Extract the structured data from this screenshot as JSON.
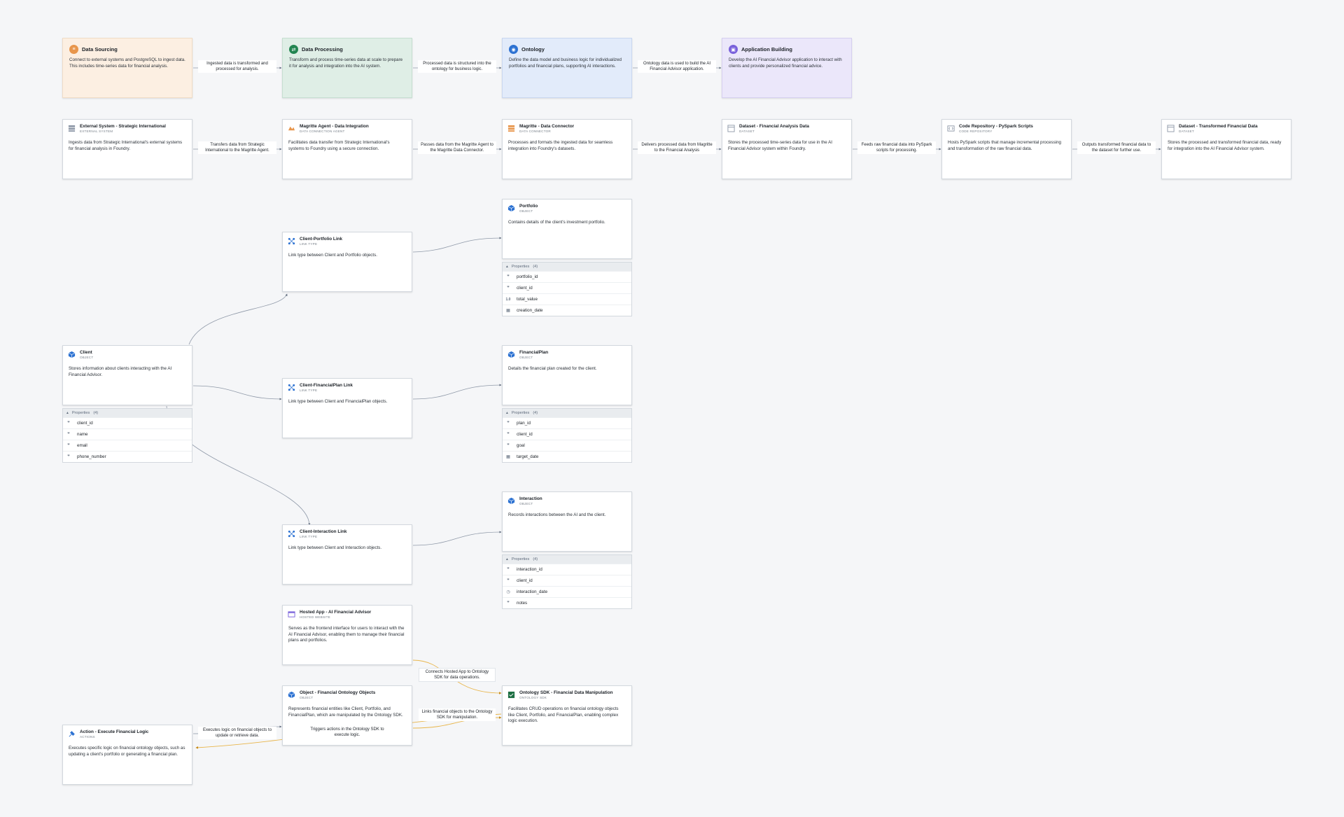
{
  "stages": [
    {
      "title": "Data Sourcing",
      "desc": "Connect to external systems and PostgreSQL to ingest data. This includes time-series data for financial analysis.",
      "color": "#e8964c"
    },
    {
      "title": "Data Processing",
      "desc": "Transform and process time-series data at scale to prepare it for analysis and integration into the AI system.",
      "color": "#238551"
    },
    {
      "title": "Ontology",
      "desc": "Define the data model and business logic for individualized portfolios and financial plans, supporting AI interactions.",
      "color": "#2d72d2"
    },
    {
      "title": "Application Building",
      "desc": "Develop the AI Financial Advisor application to interact with clients and provide personalized financial advice.",
      "color": "#7961db"
    }
  ],
  "pipeline": [
    {
      "title": "External System - Strategic International",
      "subtitle": "EXTERNAL SYSTEM",
      "desc": "Ingests data from Strategic International's external systems for financial analysis in Foundry."
    },
    {
      "title": "Magritte Agent - Data Integration",
      "subtitle": "DATA CONNECTION AGENT",
      "desc": "Facilitates data transfer from Strategic International's systems to Foundry using a secure connection."
    },
    {
      "title": "Magritte - Data Connector",
      "subtitle": "DATA CONNECTOR",
      "desc": "Processes and formats the ingested data for seamless integration into Foundry's datasets."
    },
    {
      "title": "Dataset - Financial Analysis Data",
      "subtitle": "DATASET",
      "desc": "Stores the processed time-series data for use in the AI Financial Advisor system within Foundry."
    },
    {
      "title": "Code Repository - PySpark Scripts",
      "subtitle": "CODE REPOSITORY",
      "desc": "Hosts PySpark scripts that manage incremental processing and transformation of the raw financial data."
    },
    {
      "title": "Dataset - Transformed Financial Data",
      "subtitle": "DATASET",
      "desc": "Stores the processed and transformed financial data, ready for integration into the AI Financial Advisor system."
    }
  ],
  "objects": {
    "portfolio": {
      "title": "Portfolio",
      "subtitle": "OBJECT",
      "desc": "Contains details of the client's investment portfolio.",
      "props_label": "Properties",
      "props_count": "(4)",
      "props": [
        {
          "t": "99",
          "n": "portfolio_id"
        },
        {
          "t": "99",
          "n": "client_id"
        },
        {
          "t": "1.0",
          "n": "total_value"
        },
        {
          "t": "cal",
          "n": "creation_date"
        }
      ]
    },
    "client": {
      "title": "Client",
      "subtitle": "OBJECT",
      "desc": "Stores information about clients interacting with the AI Financial Advisor.",
      "props_label": "Properties",
      "props_count": "(4)",
      "props": [
        {
          "t": "99",
          "n": "client_id"
        },
        {
          "t": "99",
          "n": "name"
        },
        {
          "t": "99",
          "n": "email"
        },
        {
          "t": "99",
          "n": "phone_number"
        }
      ]
    },
    "plan": {
      "title": "FinancialPlan",
      "subtitle": "OBJECT",
      "desc": "Details the financial plan created for the client.",
      "props_label": "Properties",
      "props_count": "(4)",
      "props": [
        {
          "t": "99",
          "n": "plan_id"
        },
        {
          "t": "99",
          "n": "client_id"
        },
        {
          "t": "99",
          "n": "goal"
        },
        {
          "t": "cal",
          "n": "target_date"
        }
      ]
    },
    "interaction": {
      "title": "Interaction",
      "subtitle": "OBJECT",
      "desc": "Records interactions between the AI and the client.",
      "props_label": "Properties",
      "props_count": "(4)",
      "props": [
        {
          "t": "99",
          "n": "interaction_id"
        },
        {
          "t": "99",
          "n": "client_id"
        },
        {
          "t": "clk",
          "n": "interaction_date"
        },
        {
          "t": "99",
          "n": "notes"
        }
      ]
    }
  },
  "links": {
    "portfolio": {
      "title": "Client-Portfolio Link",
      "subtitle": "LINK TYPE",
      "desc": "Link type between Client and Portfolio objects."
    },
    "plan": {
      "title": "Client-FinancialPlan Link",
      "subtitle": "LINK TYPE",
      "desc": "Link type between Client and FinancialPlan objects."
    },
    "interaction": {
      "title": "Client-Interaction Link",
      "subtitle": "LINK TYPE",
      "desc": "Link type between Client and Interaction objects."
    }
  },
  "app": {
    "hosted": {
      "title": "Hosted App - AI Financial Advisor",
      "subtitle": "HOSTED WEBSITE",
      "desc": "Serves as the frontend interface for users to interact with the AI Financial Advisor, enabling them to manage their financial plans and portfolios."
    },
    "objects": {
      "title": "Object - Financial Ontology Objects",
      "subtitle": "OBJECT",
      "desc": "Represents financial entities like Client, Portfolio, and FinancialPlan, which are manipulated by the Ontology SDK."
    },
    "sdk": {
      "title": "Ontology SDK - Financial Data Manipulation",
      "subtitle": "ONTOLOGY SDK",
      "desc": "Facilitates CRUD operations on financial ontology objects like Client, Portfolio, and FinancialPlan, enabling complex logic execution."
    },
    "action": {
      "title": "Action - Execute Financial Logic",
      "subtitle": "ACTIONS",
      "desc": "Executes specific logic on financial ontology objects, such as updating a client's portfolio or generating a financial plan."
    }
  },
  "edge_labels": {
    "s1": "Ingested data is transformed and processed for analysis.",
    "s2": "Processed data is structured into the ontology for business logic.",
    "s3": "Ontology data is used to build the AI Financial Advisor application.",
    "p1": "Transfers data from Strategic International to the Magritte Agent.",
    "p2": "Passes data from the Magritte Agent to the Magritte Data Connector.",
    "p3": "Delivers processed data from Magritte to the Financial Analysis",
    "p4": "Feeds raw financial data into PySpark scripts for processing.",
    "p5": "Outputs transformed financial data to the dataset for further use.",
    "a1": "Connects Hosted App to Ontology SDK for data operations.",
    "a2": "Links financial objects to the Ontology SDK for manipulation.",
    "a3": "Executes logic on financial objects to update or retrieve data.",
    "a4": "Triggers actions in the Ontology SDK to execute logic."
  },
  "colors": {
    "edge": "#8f99a8",
    "app_edge": "#e8b54a",
    "object_icon": "#2d72d2",
    "link_icon": "#2d72d2",
    "dataset_icon": "#8f99a8"
  }
}
